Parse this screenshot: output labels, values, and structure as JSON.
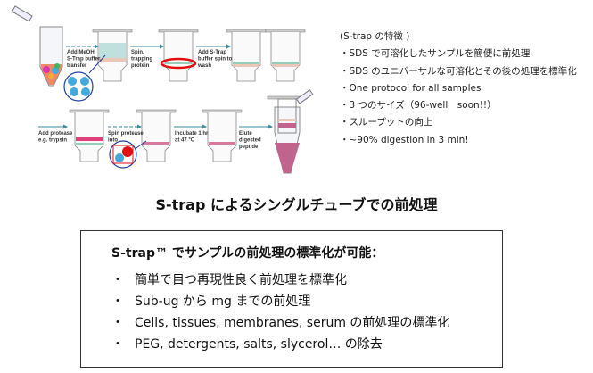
{
  "diagram": {
    "steps": [
      [
        "Add MeOH",
        "S-Trap buffer,",
        "transfer"
      ],
      [
        "Spin,",
        "trapping",
        "protein"
      ],
      [
        "Add S-Trap",
        "buffer spin to",
        "wash"
      ],
      [
        "Add protease",
        "e.g. trypsin"
      ],
      [
        "Spin protease",
        "into"
      ],
      [
        "Incubate 1 hr",
        "at 47 °C"
      ],
      [
        "Elute",
        "digested",
        "peptide"
      ]
    ],
    "colors": {
      "arrow": "#3c8aa0",
      "pink": "#e0407a",
      "highlight": "#e01010",
      "circle": "#2040a0"
    }
  },
  "features": {
    "heading": "(S-trap の特徴 )",
    "items": [
      "・SDS で可溶化したサンプルを簡便に前処理",
      "・SDS のユニバーサルな可溶化とその後の処理を標準化",
      "・One protocol for all samples",
      "・3 つのサイズ（96-well　soon!!）",
      "・スループットの向上",
      "・~90% digestion in 3 min!"
    ]
  },
  "title": "S-trap によるシングルチューブでの前処理",
  "summary": {
    "heading": "S-trap™ でサンプルの前処理の標準化が可能：",
    "bullet": "・",
    "points": [
      "簡単で目つ再現性良く前処理を標準化",
      "Sub-ug から mg までの前処理",
      "Cells, tissues, membranes, serum の前処理の標準化",
      "PEG, detergents, salts, slycerol… の除去"
    ]
  }
}
